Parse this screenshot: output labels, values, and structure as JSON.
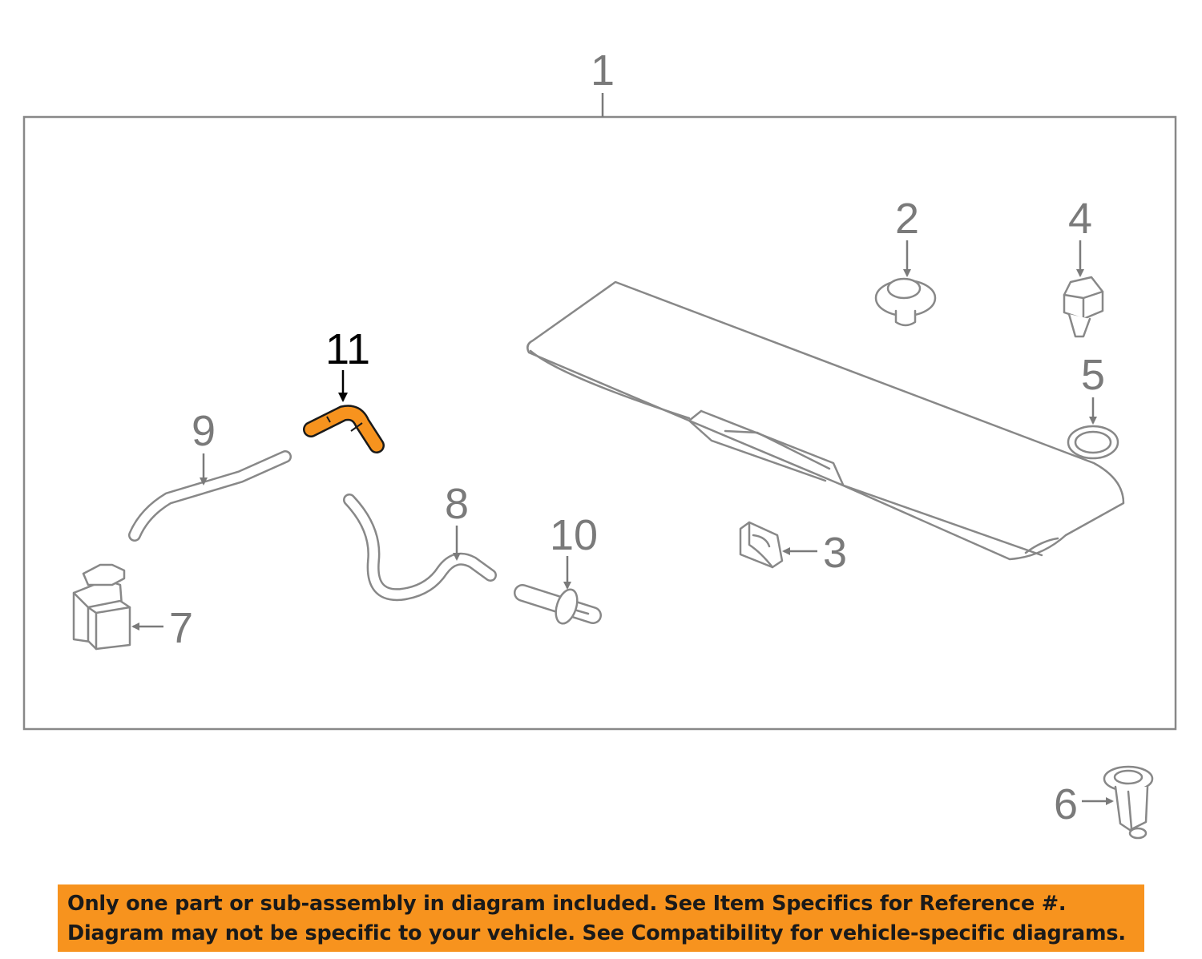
{
  "diagram": {
    "callouts": {
      "c1": "1",
      "c2": "2",
      "c3": "3",
      "c4": "4",
      "c5": "5",
      "c6": "6",
      "c7": "7",
      "c8": "8",
      "c9": "9",
      "c10": "10",
      "c11": "11"
    },
    "highlighted_part": "11",
    "colors": {
      "highlight": "#f7931e",
      "outline": "#888888",
      "banner": "#f7931e"
    }
  },
  "disclaimer": {
    "line1": "Only one part or sub-assembly in diagram included. See Item Specifics for Reference #.",
    "line2": "Diagram may not be specific to your vehicle. See Compatibility for vehicle-specific diagrams."
  }
}
